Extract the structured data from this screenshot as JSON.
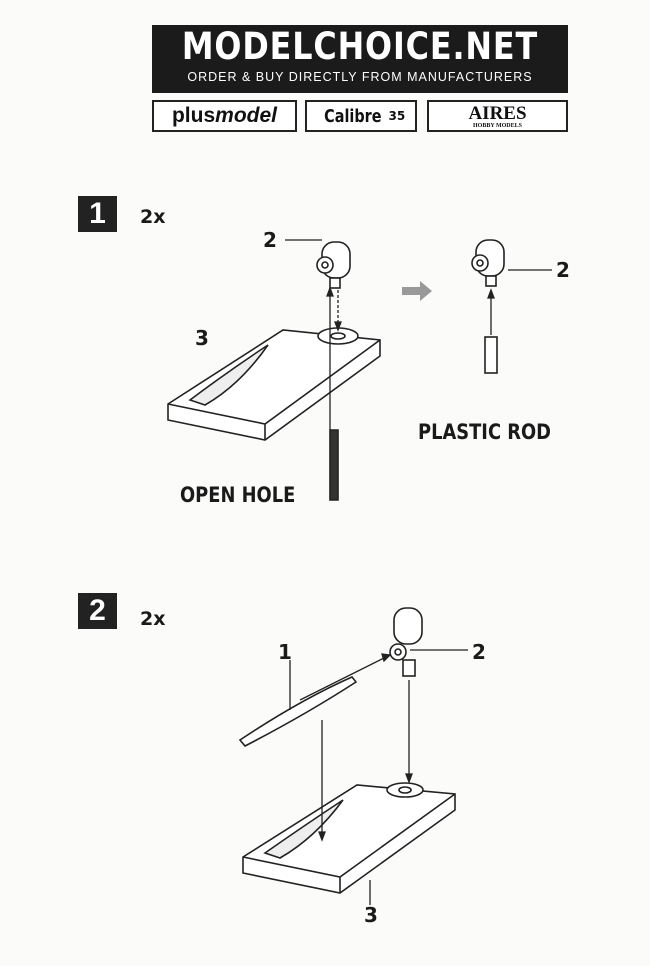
{
  "header": {
    "site_name": "MODELCHOICE.NET",
    "tagline": "ORDER & BUY DIRECTLY FROM MANUFACTURERS",
    "logos": [
      {
        "plain": "plus",
        "italic": "model"
      },
      {
        "main": "Calibre",
        "sub": "35"
      },
      {
        "main": "AIRES",
        "sub": "HOBBY MODELS"
      }
    ]
  },
  "steps": [
    {
      "number": "1",
      "quantity": "2x",
      "callouts": [
        "2",
        "3",
        "2"
      ],
      "labels": [
        "OPEN HOLE",
        "PLASTIC ROD"
      ]
    },
    {
      "number": "2",
      "quantity": "2x",
      "callouts": [
        "1",
        "2",
        "3"
      ]
    }
  ]
}
